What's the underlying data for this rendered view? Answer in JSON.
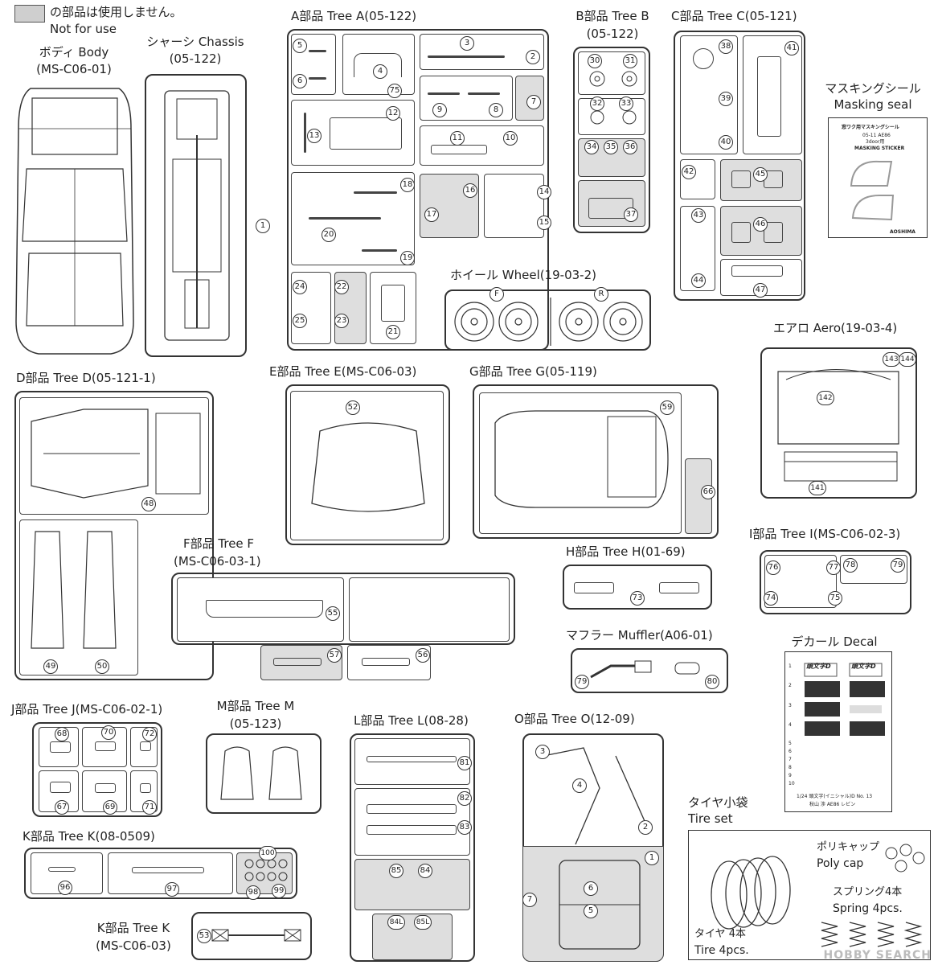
{
  "legend": {
    "line1": "の部品は使用しません。",
    "line2": "Not for use"
  },
  "sections": {
    "body": {
      "line1": "ボディ Body",
      "line2": "(MS-C06-01)"
    },
    "chassis": {
      "line1": "シャーシ Chassis",
      "line2": "(05-122)"
    },
    "tree_a": {
      "line1": "A部品 Tree A(05-122)"
    },
    "tree_b": {
      "line1": "B部品 Tree B",
      "line2": "(05-122)"
    },
    "tree_c": {
      "line1": "C部品 Tree C(05-121)"
    },
    "masking": {
      "line1": "マスキングシール",
      "line2": "Masking seal"
    },
    "wheel": {
      "line1": "ホイール Wheel(19-03-2)"
    },
    "aero": {
      "line1": "エアロ Aero(19-03-4)"
    },
    "tree_d": {
      "line1": "D部品 Tree D(05-121-1)"
    },
    "tree_e": {
      "line1": "E部品 Tree E(MS-C06-03)"
    },
    "tree_g": {
      "line1": "G部品 Tree G(05-119)"
    },
    "tree_f": {
      "line1": "F部品 Tree F",
      "line2": "(MS-C06-03-1)"
    },
    "tree_h": {
      "line1": "H部品 Tree H(01-69)"
    },
    "tree_i": {
      "line1": "I部品 Tree I(MS-C06-02-3)"
    },
    "muffler": {
      "line1": "マフラー Muffler(A06-01)"
    },
    "decal": {
      "line1": "デカール Decal"
    },
    "tree_j": {
      "line1": "J部品 Tree J(MS-C06-02-1)"
    },
    "tree_m": {
      "line1": "M部品 Tree M",
      "line2": "(05-123)"
    },
    "tree_l": {
      "line1": "L部品 Tree L(08-28)"
    },
    "tree_o": {
      "line1": "O部品 Tree O(12-09)"
    },
    "tire_set": {
      "line1": "タイヤ小袋",
      "line2": "Tire set"
    },
    "tree_k1": {
      "line1": "K部品 Tree K(08-0509)"
    },
    "tree_k2": {
      "line1": "K部品 Tree K",
      "line2": "(MS-C06-03)"
    }
  },
  "tire_set_items": {
    "polycap": {
      "line1": "ポリキャップ",
      "line2": "Poly cap"
    },
    "spring": {
      "line1": "スプリング4本",
      "line2": "Spring 4pcs."
    },
    "tire": {
      "line1": "タイヤ 4本",
      "line2": "Tire 4pcs."
    }
  },
  "masking_sticker": {
    "title": "窓ワク用マスキングシール",
    "sub1": "05-11 AE86",
    "sub2": "3door用",
    "sub3": "MASKING STICKER",
    "brand": "AOSHIMA"
  },
  "decal_sheet": {
    "logo": "頭文字D",
    "caption1": "1/24 頭文字(イニシャル)D No. 13",
    "caption2": "秋山 渉 AE86 レビン",
    "rows": [
      "1",
      "2",
      "3",
      "4",
      "5",
      "6",
      "7",
      "8",
      "9",
      "10"
    ]
  },
  "wheel_markers": {
    "front": "F",
    "rear": "R"
  },
  "part_numbers": {
    "chassis": "1",
    "a": [
      "2",
      "3",
      "4",
      "5",
      "6",
      "7",
      "8",
      "9",
      "10",
      "11",
      "12",
      "13",
      "14",
      "15",
      "16",
      "17",
      "18",
      "19",
      "20",
      "21",
      "22",
      "23",
      "24",
      "25",
      "75"
    ],
    "b": [
      "30",
      "31",
      "32",
      "33",
      "34",
      "35",
      "36",
      "37"
    ],
    "c": [
      "38",
      "39",
      "40",
      "41",
      "42",
      "43",
      "44",
      "45",
      "46",
      "47"
    ],
    "d": [
      "48",
      "49",
      "50"
    ],
    "e": [
      "52"
    ],
    "g": [
      "59",
      "66"
    ],
    "f": [
      "55",
      "56",
      "57"
    ],
    "h": [
      "73"
    ],
    "i": [
      "74",
      "75",
      "76",
      "77",
      "78",
      "79"
    ],
    "muffler": [
      "79",
      "80"
    ],
    "aero": [
      "141",
      "142",
      "143",
      "144"
    ],
    "j": [
      "67",
      "68",
      "69",
      "70",
      "71",
      "72"
    ],
    "l": [
      "81",
      "82",
      "83",
      "84",
      "85",
      "84L",
      "85L"
    ],
    "o": [
      "1",
      "2",
      "3",
      "4",
      "5",
      "6",
      "7"
    ],
    "k1": [
      "96",
      "97",
      "98",
      "99",
      "100"
    ],
    "k2": [
      "53"
    ]
  },
  "watermark": "HOBBY SEARCH"
}
